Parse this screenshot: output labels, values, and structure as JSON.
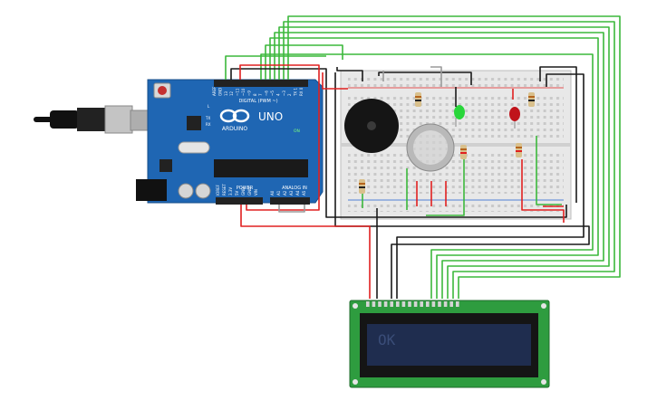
{
  "arduino": {
    "logo_text": "ARDUINO",
    "model": "UNO",
    "digital_label": "DIGITAL (PWM ~)",
    "power_label": "POWER",
    "analog_label": "ANALOG IN",
    "on_label": "ON",
    "l_label": "L",
    "tx_label": "TX",
    "rx_label": "RX",
    "digital_pins": [
      "AREF",
      "GND",
      "13",
      "12",
      "~11",
      "~10",
      "~9",
      "8",
      "7",
      "~6",
      "~5",
      "4",
      "~3",
      "2",
      "TX 1",
      "RX 0"
    ],
    "power_pins": [
      "IOREF",
      "RESET",
      "3.3V",
      "5V",
      "GND",
      "GND",
      "VIN"
    ],
    "analog_pins": [
      "A0",
      "A1",
      "A2",
      "A3",
      "A4",
      "A5"
    ]
  },
  "lcd": {
    "text": "OK",
    "backlight_color": "#1f2d4f",
    "text_color": "#3a4d78"
  },
  "colors": {
    "board": "#1f66b3",
    "wire_red": "#e02020",
    "wire_black": "#1a1a1a",
    "wire_green": "#3cb83c",
    "wire_gray": "#9a9a9a",
    "led_green": "#29d63a",
    "led_red": "#c0141b",
    "lcd_pcb": "#2e9c3f"
  }
}
